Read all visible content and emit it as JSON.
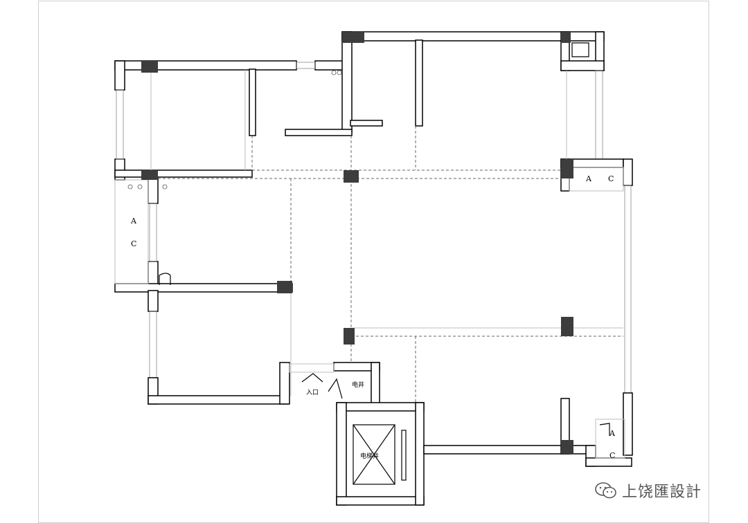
{
  "labels": {
    "ac_top_right_a": "A",
    "ac_top_right_c": "C",
    "ac_left_a": "A",
    "ac_left_c": "C",
    "ac_bottom_right_a": "A",
    "ac_bottom_right_c": "C",
    "entrance": "入口",
    "electric_shaft": "电井",
    "elevator_shaft": "电梯井"
  },
  "watermark": {
    "text": "上饶匯設計",
    "icon": "wechat-icon"
  },
  "colors": {
    "wall_stroke": "#000000",
    "column_fill": "#3d3d3d",
    "watermark": "#555555"
  }
}
